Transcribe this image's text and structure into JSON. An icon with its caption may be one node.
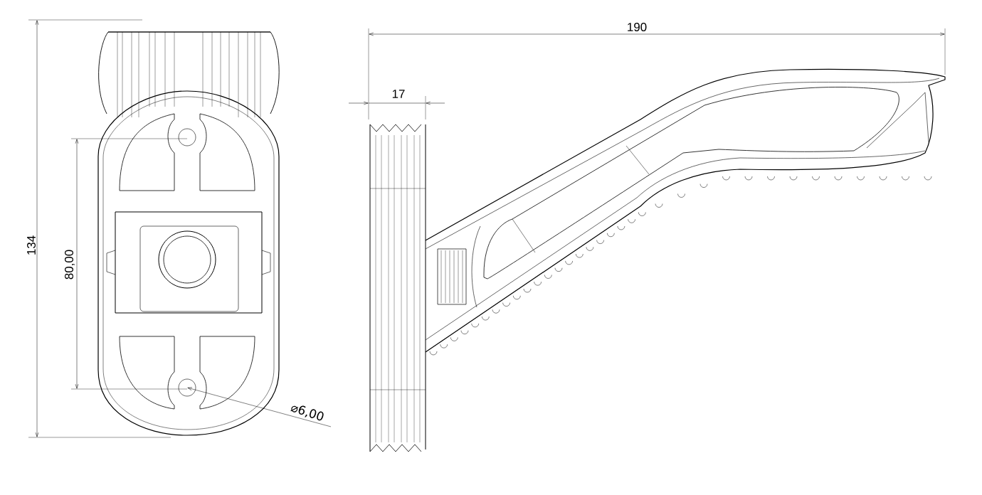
{
  "diagram": {
    "labels": [
      "134",
      "80,00",
      "⌀6,00",
      "17",
      "190"
    ]
  }
}
